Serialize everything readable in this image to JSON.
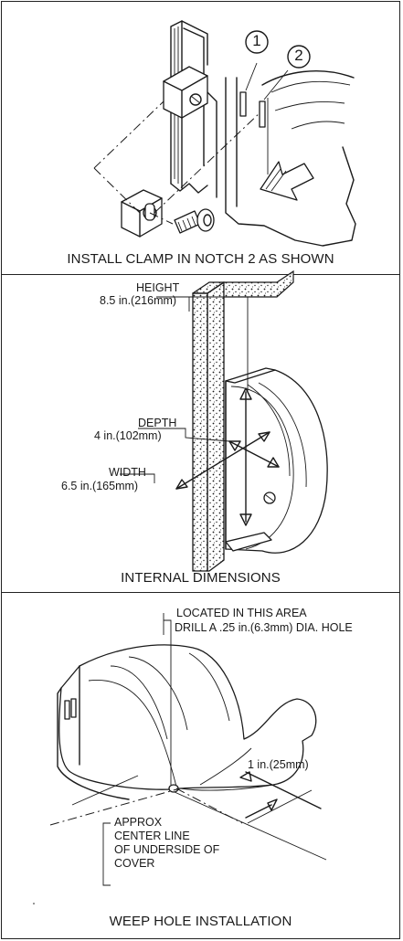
{
  "panels": [
    {
      "caption": "INSTALL CLAMP IN NOTCH 2 AS SHOWN",
      "callouts": [
        "1",
        "2"
      ]
    },
    {
      "caption": "INTERNAL DIMENSIONS",
      "dimensions": {
        "height_label": "HEIGHT",
        "height_value": "8.5 in.(216mm)",
        "depth_label": "DEPTH",
        "depth_value": "4 in.(102mm)",
        "width_label": "WIDTH",
        "width_value": "6.5 in.(165mm)"
      }
    },
    {
      "caption": "WEEP HOLE INSTALLATION",
      "note_line1": "LOCATED IN THIS AREA",
      "note_line2": "DRILL A .25 in.(6.3mm) DIA. HOLE",
      "offset_value": "1 in.(25mm)",
      "centerline": [
        "APPROX",
        "CENTER LINE",
        "OF UNDERSIDE OF",
        "COVER"
      ]
    }
  ],
  "colors": {
    "ink": "#1a1a1a",
    "background": "#ffffff"
  },
  "icons": [
    "clamp-bracket-icon",
    "screw-icon",
    "arrow-icon",
    "stipple-wall-icon"
  ]
}
